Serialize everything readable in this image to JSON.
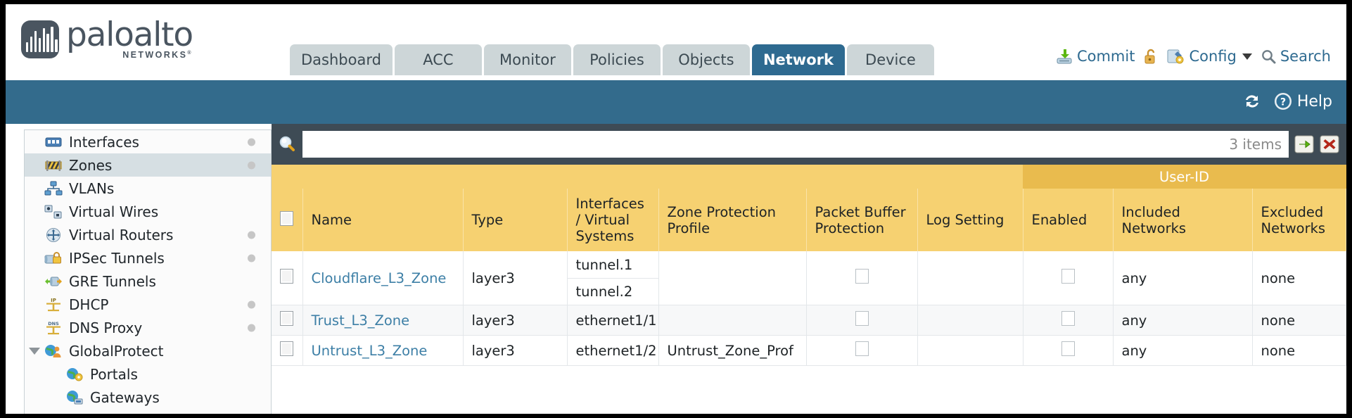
{
  "brand": {
    "word": "paloalto",
    "sub": "NETWORKS",
    "sub_mark": "®",
    "logo_icon": "paloalto-logo-icon"
  },
  "colors": {
    "accent_blue": "#336b8c",
    "active_tab": "#2e6a90",
    "tab_bg": "#cdd6d8",
    "header_row": "#f6d171",
    "group_header": "#e9bb4e",
    "searchbar_bg": "#3e4b55",
    "link": "#3d7fa6"
  },
  "tabs": [
    {
      "label": "Dashboard",
      "active": false
    },
    {
      "label": "ACC",
      "active": false
    },
    {
      "label": "Monitor",
      "active": false
    },
    {
      "label": "Policies",
      "active": false
    },
    {
      "label": "Objects",
      "active": false
    },
    {
      "label": "Network",
      "active": true
    },
    {
      "label": "Device",
      "active": false
    }
  ],
  "header_actions": [
    {
      "label": "Commit",
      "icon": "commit-download-icon"
    },
    {
      "label": "",
      "icon": "unlock-padlock-icon"
    },
    {
      "label": "Config",
      "icon": "config-wrench-icon",
      "has_caret": true
    },
    {
      "label": "Search",
      "icon": "search-magnifier-icon"
    }
  ],
  "band": {
    "refresh_icon": "refresh-icon",
    "help_label": "Help",
    "help_icon": "help-question-icon"
  },
  "sidebar": {
    "items": [
      {
        "label": "Interfaces",
        "icon": "interfaces-icon",
        "dot": true,
        "selected": false,
        "child": false,
        "caret": false
      },
      {
        "label": "Zones",
        "icon": "zones-barrier-icon",
        "dot": true,
        "selected": true,
        "child": false,
        "caret": false
      },
      {
        "label": "VLANs",
        "icon": "vlans-icon",
        "dot": false,
        "selected": false,
        "child": false,
        "caret": false
      },
      {
        "label": "Virtual Wires",
        "icon": "virtual-wires-icon",
        "dot": false,
        "selected": false,
        "child": false,
        "caret": false
      },
      {
        "label": "Virtual Routers",
        "icon": "virtual-routers-icon",
        "dot": true,
        "selected": false,
        "child": false,
        "caret": false
      },
      {
        "label": "IPSec Tunnels",
        "icon": "ipsec-tunnels-icon",
        "dot": true,
        "selected": false,
        "child": false,
        "caret": false
      },
      {
        "label": "GRE Tunnels",
        "icon": "gre-tunnels-icon",
        "dot": false,
        "selected": false,
        "child": false,
        "caret": false
      },
      {
        "label": "DHCP",
        "icon": "dhcp-icon",
        "dot": true,
        "selected": false,
        "child": false,
        "caret": false
      },
      {
        "label": "DNS Proxy",
        "icon": "dns-proxy-icon",
        "dot": true,
        "selected": false,
        "child": false,
        "caret": false
      },
      {
        "label": "GlobalProtect",
        "icon": "globalprotect-icon",
        "dot": false,
        "selected": false,
        "child": false,
        "caret": true
      },
      {
        "label": "Portals",
        "icon": "portals-icon",
        "dot": false,
        "selected": false,
        "child": true,
        "caret": false
      },
      {
        "label": "Gateways",
        "icon": "gateways-icon",
        "dot": false,
        "selected": false,
        "child": true,
        "caret": false
      }
    ]
  },
  "search": {
    "value": "",
    "placeholder": "",
    "count_label": "3 items",
    "magnifier_icon": "search-magnifier-icon",
    "apply_icon": "apply-filter-arrow-icon",
    "clear_icon": "clear-filter-x-icon"
  },
  "table": {
    "group_header": {
      "label": "User-ID",
      "spans": 3
    },
    "columns": [
      "Name",
      "Type",
      "Interfaces / Virtual Systems",
      "Zone Protection Profile",
      "Packet Buffer Protection",
      "Log Setting",
      "Enabled",
      "Included Networks",
      "Excluded Networks"
    ],
    "rows": [
      {
        "selected": false,
        "name": "Cloudflare_L3_Zone",
        "type": "layer3",
        "interfaces": [
          "tunnel.1",
          "tunnel.2"
        ],
        "zone_protection_profile": "",
        "packet_buffer_protection": false,
        "log_setting": "",
        "userid_enabled": false,
        "included_networks": "any",
        "excluded_networks": "none"
      },
      {
        "selected": false,
        "name": "Trust_L3_Zone",
        "type": "layer3",
        "interfaces": [
          "ethernet1/1"
        ],
        "zone_protection_profile": "",
        "packet_buffer_protection": false,
        "log_setting": "",
        "userid_enabled": false,
        "included_networks": "any",
        "excluded_networks": "none"
      },
      {
        "selected": false,
        "name": "Untrust_L3_Zone",
        "type": "layer3",
        "interfaces": [
          "ethernet1/2"
        ],
        "zone_protection_profile": "Untrust_Zone_Prof",
        "packet_buffer_protection": false,
        "log_setting": "",
        "userid_enabled": false,
        "included_networks": "any",
        "excluded_networks": "none"
      }
    ]
  }
}
